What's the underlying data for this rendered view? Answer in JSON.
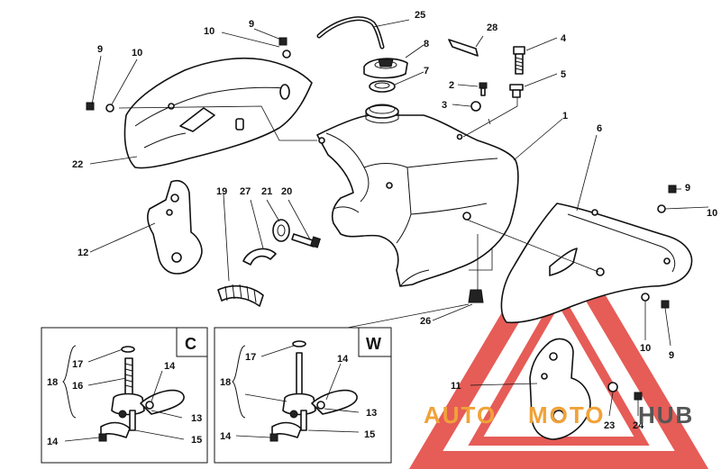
{
  "callouts": [
    {
      "id": "c1",
      "text": "1"
    },
    {
      "id": "c2",
      "text": "2"
    },
    {
      "id": "c3",
      "text": "3"
    },
    {
      "id": "c4",
      "text": "4"
    },
    {
      "id": "c5",
      "text": "5"
    },
    {
      "id": "c6",
      "text": "6"
    },
    {
      "id": "c7",
      "text": "7"
    },
    {
      "id": "c8",
      "text": "8"
    },
    {
      "id": "c9a",
      "text": "9"
    },
    {
      "id": "c9b",
      "text": "9"
    },
    {
      "id": "c9c",
      "text": "9"
    },
    {
      "id": "c9d",
      "text": "9"
    },
    {
      "id": "c10a",
      "text": "10"
    },
    {
      "id": "c10b",
      "text": "10"
    },
    {
      "id": "c10c",
      "text": "10"
    },
    {
      "id": "c10d",
      "text": "10"
    },
    {
      "id": "c11",
      "text": "11"
    },
    {
      "id": "c12",
      "text": "12"
    },
    {
      "id": "c19",
      "text": "19"
    },
    {
      "id": "c20",
      "text": "20"
    },
    {
      "id": "c21",
      "text": "21"
    },
    {
      "id": "c22",
      "text": "22"
    },
    {
      "id": "c23",
      "text": "23"
    },
    {
      "id": "c24",
      "text": "24"
    },
    {
      "id": "c25",
      "text": "25"
    },
    {
      "id": "c26",
      "text": "26"
    },
    {
      "id": "c27",
      "text": "27"
    },
    {
      "id": "c28",
      "text": "28"
    }
  ],
  "inset_c": {
    "title": "C",
    "labels": {
      "l17": "17",
      "l18": "18",
      "l16": "16",
      "l14a": "14",
      "l13": "13",
      "l14b": "14",
      "l15": "15"
    }
  },
  "inset_w": {
    "title": "W",
    "labels": {
      "l17": "17",
      "l18": "18",
      "l14a": "14",
      "l13": "13",
      "l14b": "14",
      "l15": "15"
    }
  },
  "watermark": {
    "text_auto": "AUTO",
    "text_moto": "MOTO",
    "text_hub": "HUB",
    "color_primary": "#f0a238",
    "color_dark": "#555555",
    "color_triangle": "#e2403a"
  }
}
